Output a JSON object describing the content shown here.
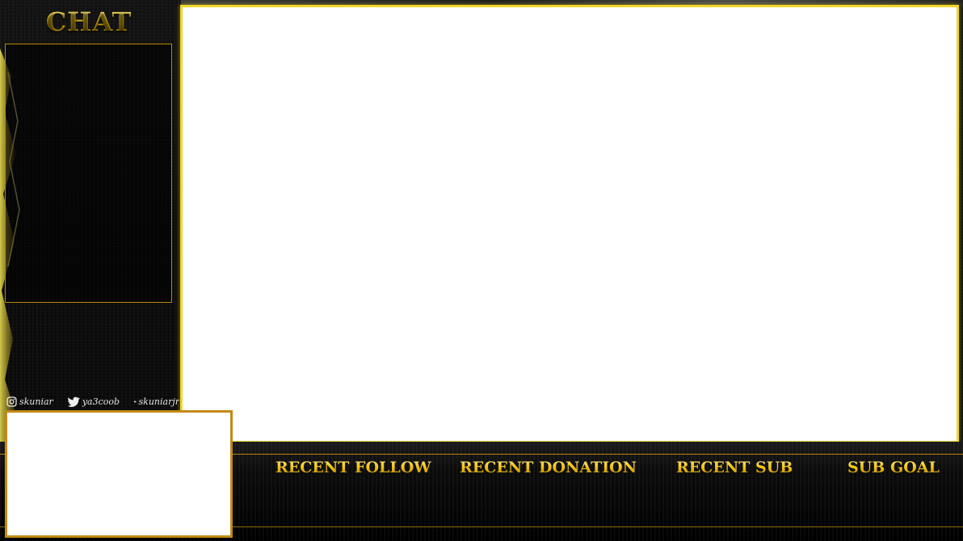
{
  "chat": {
    "title": "CHAT"
  },
  "socials": [
    {
      "icon": "instagram-icon",
      "handle": "skuniar"
    },
    {
      "icon": "twitter-icon",
      "handle": "ya3coob"
    },
    {
      "icon": "youtube-icon",
      "handle": "skuniarjr"
    }
  ],
  "bottom_bar": {
    "recent_follow": "RECENT FOLLOW",
    "recent_donation": "RECENT DONATION",
    "recent_sub": "RECENT SUB",
    "sub_goal": "SUB GOAL"
  },
  "colors": {
    "accent_gold": "#f2c20f",
    "frame_yellow": "#f2d62a",
    "border_orange": "#c28a14",
    "background": "#0a0a0a"
  }
}
